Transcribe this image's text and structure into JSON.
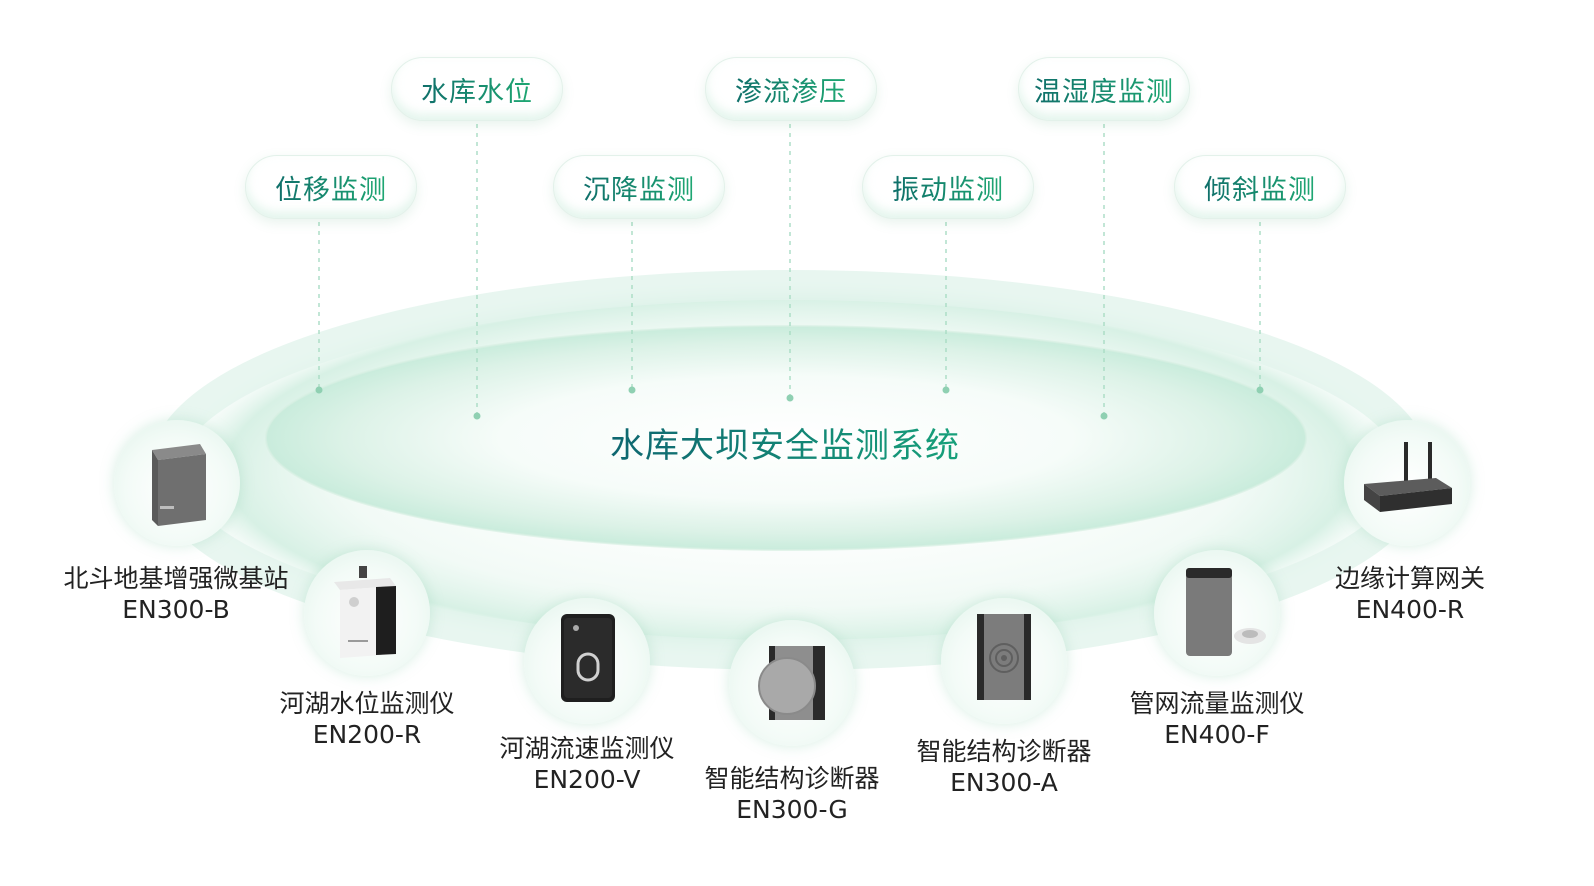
{
  "title": "水库大坝安全监测系统",
  "colors": {
    "accent_dark": "#0f6f6a",
    "accent_green": "#1fa873",
    "ring": "#cdeee0"
  },
  "monitoring_items": [
    {
      "label": "位移监测"
    },
    {
      "label": "水库水位"
    },
    {
      "label": "沉降监测"
    },
    {
      "label": "渗流渗压"
    },
    {
      "label": "振动监测"
    },
    {
      "label": "温湿度监测"
    },
    {
      "label": "倾斜监测"
    }
  ],
  "devices": [
    {
      "name": "北斗地基增强微基站",
      "model": "EN300-B",
      "icon": "gnss-station-icon"
    },
    {
      "name": "河湖水位监测仪",
      "model": "EN200-R",
      "icon": "water-level-meter-icon"
    },
    {
      "name": "河湖流速监测仪",
      "model": "EN200-V",
      "icon": "flow-velocity-meter-icon"
    },
    {
      "name": "智能结构诊断器",
      "model": "EN300-G",
      "icon": "structure-diagnoser-g-icon"
    },
    {
      "name": "智能结构诊断器",
      "model": "EN300-A",
      "icon": "structure-diagnoser-a-icon"
    },
    {
      "name": "管网流量监测仪",
      "model": "EN400-F",
      "icon": "pipe-flow-meter-icon"
    },
    {
      "name": "边缘计算网关",
      "model": "EN400-R",
      "icon": "edge-gateway-icon"
    }
  ]
}
